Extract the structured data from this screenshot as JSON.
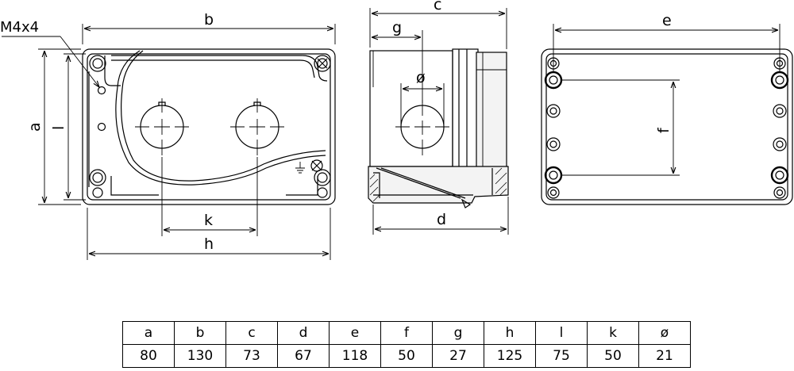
{
  "callout": "M4x4",
  "labels": {
    "a": "a",
    "b": "b",
    "c": "c",
    "d": "d",
    "e": "e",
    "f": "f",
    "g": "g",
    "h": "h",
    "l": "l",
    "k": "k",
    "dia": "ø"
  },
  "table": {
    "headers": [
      "a",
      "b",
      "c",
      "d",
      "e",
      "f",
      "g",
      "h",
      "l",
      "k",
      "ø"
    ],
    "values": [
      "80",
      "130",
      "73",
      "67",
      "118",
      "50",
      "27",
      "125",
      "75",
      "50",
      "21"
    ]
  }
}
